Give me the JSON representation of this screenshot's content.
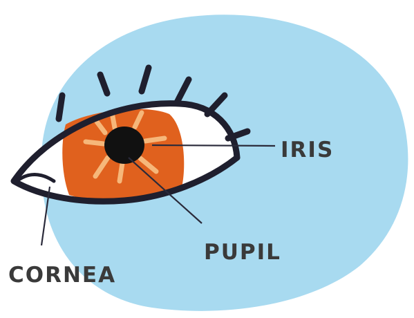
{
  "labels": {
    "iris": "IRIS",
    "pupil": "PUPIL",
    "cornea": "CORNEA"
  },
  "colors": {
    "background_blob": "#a8daf0",
    "iris": "#e0611e",
    "iris_rays": "#f6b77a",
    "pupil": "#111111",
    "eyelid_outline": "#1f1f2e",
    "sclera": "#ffffff",
    "leader_line": "#2a2a3a",
    "label_text": "#3a3a3a"
  },
  "icons": {
    "eye": "eye-illustration"
  }
}
